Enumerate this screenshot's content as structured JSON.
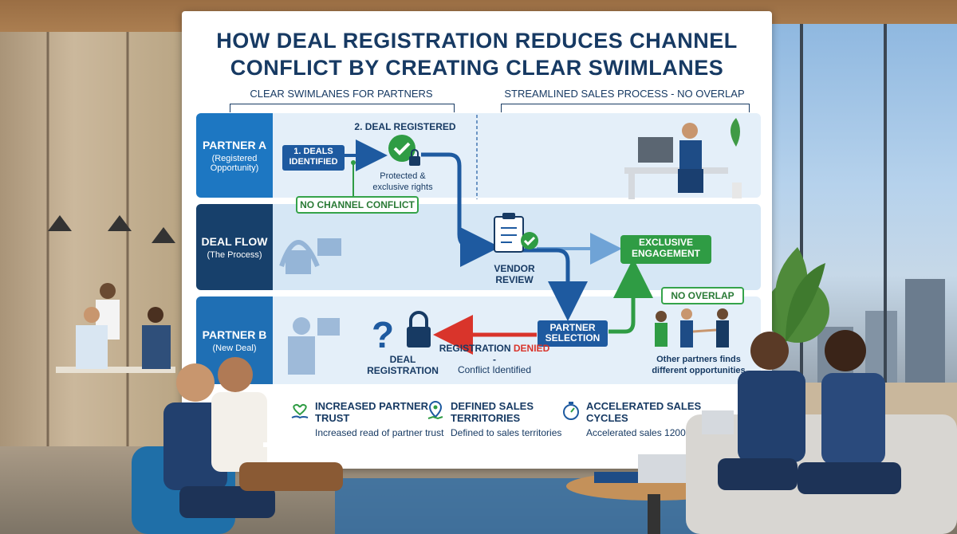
{
  "title": {
    "line1": "HOW DEAL REGISTRATION REDUCES CHANNEL",
    "line2": "CONFLICT BY CREATING CLEAR SWIMLANES"
  },
  "headers": {
    "left": "CLEAR SWIMLANES FOR PARTNERS",
    "right": "STREAMLINED SALES PROCESS - NO OVERLAP"
  },
  "lanes": {
    "partner_a": {
      "title": "PARTNER A",
      "subtitle": "(Registered Opportunity)"
    },
    "deal_flow": {
      "title": "DEAL FLOW",
      "subtitle": "(The Process)"
    },
    "partner_b": {
      "title": "PARTNER B",
      "subtitle": "(New Deal)"
    }
  },
  "nodes": {
    "deals_identified": "1. DEALS IDENTIFIED",
    "deal_registered": "2. DEAL REGISTERED",
    "protected": "Protected & exclusive rights",
    "no_conflict": "NO CHANNEL CONFLICT",
    "vendor_review": "VENDOR REVIEW",
    "exclusive_engagement": "EXCLUSIVE ENGAGEMENT",
    "partner_selection": "PARTNER SELECTION",
    "no_overlap": "NO OVERLAP",
    "deal_registration": "DEAL REGISTRATION",
    "registration_prefix": "REGISTRATION ",
    "registration_denied": "DENIED",
    "registration_suffix": " -",
    "conflict_identified": "Conflict Identified",
    "other_partners": "Other partners finds different opportunities"
  },
  "benefits": [
    {
      "title": "INCREASED PARTNER TRUST",
      "desc": "Increased read of partner trust",
      "icon": "heart-hand-icon"
    },
    {
      "title": "DEFINED SALES TERRITORIES",
      "desc": "Defined to sales territories",
      "icon": "map-pin-icon"
    },
    {
      "title": "ACCELERATED SALES CYCLES",
      "desc": "Accelerated sales 1200 by 675",
      "icon": "stopwatch-icon"
    }
  ],
  "colors": {
    "navy": "#173a63",
    "blue": "#1e5aa0",
    "green": "#2f9c44",
    "red": "#d9342b"
  }
}
